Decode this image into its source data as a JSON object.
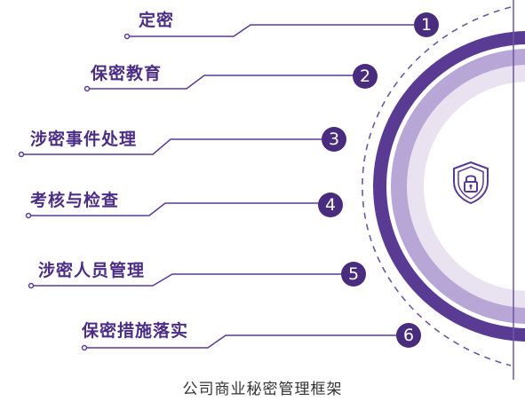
{
  "items": [
    {
      "number": "1",
      "label": "定密"
    },
    {
      "number": "2",
      "label": "保密教育"
    },
    {
      "number": "3",
      "label": "涉密事件处理"
    },
    {
      "number": "4",
      "label": "考核与检查"
    },
    {
      "number": "5",
      "label": "涉密人员管理"
    },
    {
      "number": "6",
      "label": "保密措施落实"
    }
  ],
  "caption": "公司商业秘密管理框架",
  "center_icon": "shield-lock-icon",
  "colors": {
    "primary": "#5a3b94",
    "mid": "#b8a6d6",
    "light": "#e8e2f1",
    "text": "#4c2d86"
  }
}
